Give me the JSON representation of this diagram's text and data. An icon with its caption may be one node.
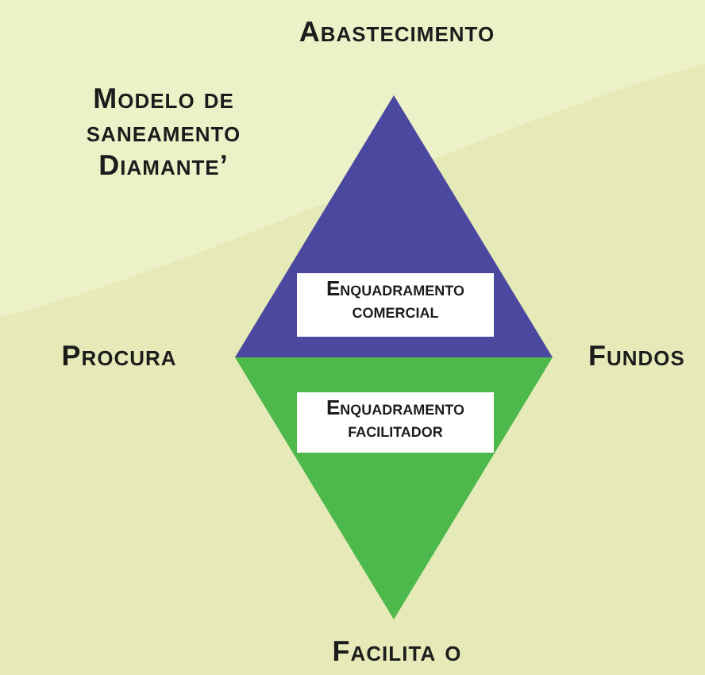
{
  "diagram": {
    "title": "Modelo de saneamento Diamante’",
    "nodes": [
      {
        "text": [
          "Enquadramento comercial"
        ]
      },
      {
        "text": [
          "Enquadramento facilitador"
        ]
      }
    ],
    "labels": [
      "Abastecimento",
      "Procura",
      "Fundos",
      "Facilita o"
    ]
  }
}
